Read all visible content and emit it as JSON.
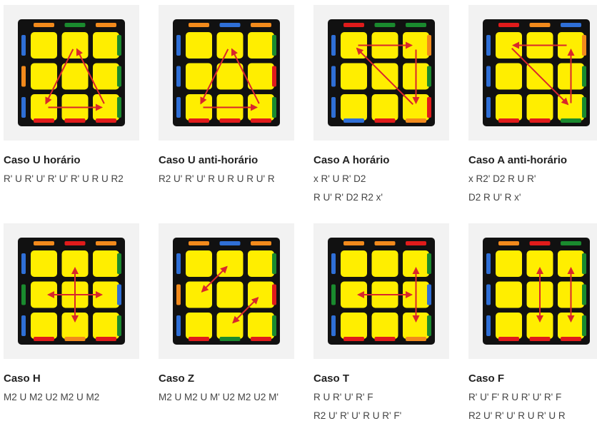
{
  "colors": {
    "yellow": "#ffee00",
    "green": "#1a8a2e",
    "blue": "#2f6fd6",
    "red": "#e01b1b",
    "orange": "#f28a1c",
    "frame": "#111111",
    "arrow": "#d9262c"
  },
  "cases": [
    {
      "title": "Caso U horário",
      "alg_lines": [
        "R' U R' U' R' U' R' U R U R2"
      ],
      "edges": {
        "top": [
          "orange",
          "green",
          "orange"
        ],
        "right": [
          "green",
          "green",
          "green"
        ],
        "bottom": [
          "red",
          "red",
          "red"
        ],
        "left": [
          "blue",
          "orange",
          "blue"
        ]
      },
      "arrow_style": "one-way",
      "arrows": [
        [
          [
            0.0,
            1.0
          ],
          [
            1.0,
            1.0
          ]
        ],
        [
          [
            1.0,
            1.0
          ],
          [
            0.5,
            0.0
          ]
        ],
        [
          [
            0.5,
            0.0
          ],
          [
            0.0,
            1.0
          ]
        ]
      ]
    },
    {
      "title": "Caso U anti-horário",
      "alg_lines": [
        "R2 U' R' U' R U R U R U' R"
      ],
      "edges": {
        "top": [
          "orange",
          "blue",
          "orange"
        ],
        "right": [
          "green",
          "red",
          "green"
        ],
        "bottom": [
          "red",
          "red",
          "red"
        ],
        "left": [
          "blue",
          "blue",
          "blue"
        ]
      },
      "arrow_style": "one-way",
      "arrows": [
        [
          [
            0.0,
            1.0
          ],
          [
            1.0,
            1.0
          ]
        ],
        [
          [
            1.0,
            1.0
          ],
          [
            0.5,
            0.0
          ]
        ],
        [
          [
            0.5,
            0.0
          ],
          [
            0.0,
            1.0
          ]
        ]
      ]
    },
    {
      "title": "Caso A horário",
      "alg_lines": [
        "x R' U R' D2",
        "R U' R' D2 R2 x'"
      ],
      "edges": {
        "top": [
          "red",
          "green",
          "green"
        ],
        "right": [
          "orange",
          "green",
          "red"
        ],
        "bottom": [
          "blue",
          "red",
          "orange"
        ],
        "left": [
          "blue",
          "blue",
          "blue"
        ]
      },
      "arrow_style": "one-way",
      "arrows": [
        [
          [
            0.0,
            0.0
          ],
          [
            1.0,
            0.0
          ]
        ],
        [
          [
            1.0,
            0.0
          ],
          [
            1.0,
            1.0
          ]
        ],
        [
          [
            1.0,
            1.0
          ],
          [
            0.0,
            0.0
          ]
        ]
      ]
    },
    {
      "title": "Caso A anti-horário",
      "alg_lines": [
        "x R2' D2 R U R'",
        "D2 R U' R x'"
      ],
      "edges": {
        "top": [
          "red",
          "orange",
          "blue"
        ],
        "right": [
          "orange",
          "green",
          "green"
        ],
        "bottom": [
          "red",
          "red",
          "green"
        ],
        "left": [
          "blue",
          "blue",
          "blue"
        ]
      },
      "arrow_style": "one-way",
      "arrows": [
        [
          [
            1.0,
            1.0
          ],
          [
            1.0,
            0.0
          ]
        ],
        [
          [
            1.0,
            0.0
          ],
          [
            0.0,
            0.0
          ]
        ],
        [
          [
            0.0,
            0.0
          ],
          [
            1.0,
            1.0
          ]
        ]
      ]
    },
    {
      "title": "Caso H",
      "alg_lines": [
        "M2 U M2 U2 M2 U M2"
      ],
      "edges": {
        "top": [
          "orange",
          "red",
          "orange"
        ],
        "right": [
          "green",
          "blue",
          "green"
        ],
        "bottom": [
          "red",
          "orange",
          "red"
        ],
        "left": [
          "blue",
          "green",
          "blue"
        ]
      },
      "arrow_style": "two-way",
      "arrows": [
        [
          [
            0.0,
            0.5
          ],
          [
            1.0,
            0.5
          ]
        ],
        [
          [
            0.5,
            0.0
          ],
          [
            0.5,
            1.0
          ]
        ]
      ]
    },
    {
      "title": "Caso Z",
      "alg_lines": [
        "M2 U M2 U M' U2 M2 U2 M'"
      ],
      "edges": {
        "top": [
          "orange",
          "blue",
          "orange"
        ],
        "right": [
          "green",
          "red",
          "green"
        ],
        "bottom": [
          "red",
          "green",
          "red"
        ],
        "left": [
          "blue",
          "orange",
          "blue"
        ]
      },
      "arrow_style": "two-way",
      "arrows": [
        [
          [
            0.0,
            0.5
          ],
          [
            0.5,
            0.0
          ]
        ],
        [
          [
            0.5,
            1.0
          ],
          [
            1.0,
            0.5
          ]
        ]
      ]
    },
    {
      "title": "Caso T",
      "alg_lines": [
        "R U R' U' R' F",
        "R2 U' R' U' R U R' F'"
      ],
      "edges": {
        "top": [
          "orange",
          "orange",
          "red"
        ],
        "right": [
          "green",
          "blue",
          "green"
        ],
        "bottom": [
          "red",
          "red",
          "orange"
        ],
        "left": [
          "blue",
          "green",
          "blue"
        ]
      },
      "arrow_style": "two-way",
      "arrows": [
        [
          [
            0.0,
            0.5
          ],
          [
            1.0,
            0.5
          ]
        ],
        [
          [
            1.0,
            0.0
          ],
          [
            1.0,
            1.0
          ]
        ]
      ]
    },
    {
      "title": "Caso F",
      "alg_lines": [
        "R' U' F' R U R' U' R' F",
        "R2 U' R' U' R U R' U R"
      ],
      "edges": {
        "top": [
          "orange",
          "red",
          "green"
        ],
        "right": [
          "green",
          "green",
          "green"
        ],
        "bottom": [
          "red",
          "red",
          "red"
        ],
        "left": [
          "blue",
          "blue",
          "blue"
        ]
      },
      "arrow_style": "two-way",
      "arrows": [
        [
          [
            0.5,
            0.0
          ],
          [
            0.5,
            1.0
          ]
        ],
        [
          [
            1.0,
            0.0
          ],
          [
            1.0,
            1.0
          ]
        ]
      ]
    }
  ]
}
